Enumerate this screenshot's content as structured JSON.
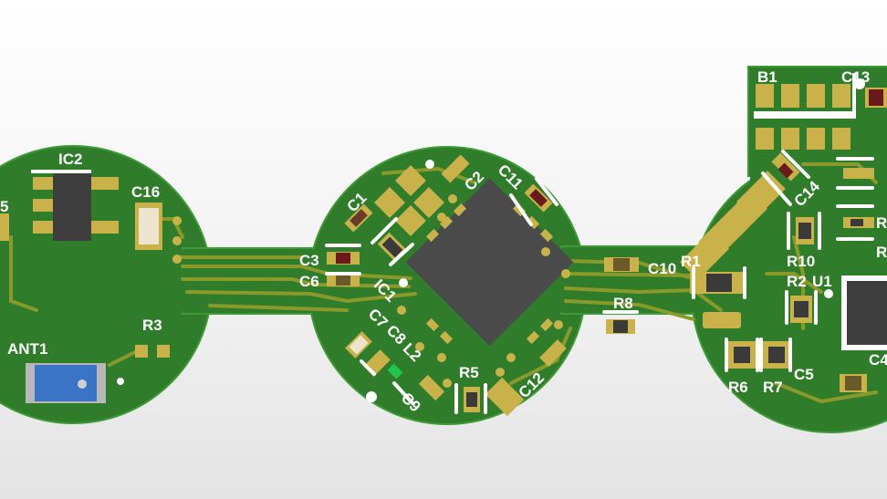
{
  "viewer": {
    "view_mode": "3D PCB view",
    "colors": {
      "background_top": "#ffffff",
      "background_bottom": "#e4e4e4",
      "solder_mask": "#2f7d2a",
      "copper_trace": "#8a9a2a",
      "pad_gold": "#c9b24a",
      "silkscreen": "#ffffff",
      "ic_body": "#4a4a4a"
    }
  },
  "components": {
    "ic2": "IC2",
    "c16": "C16",
    "r3": "R3",
    "ant1": "ANT1",
    "c1": "C1",
    "c2": "C2",
    "c11": "C11",
    "c3": "C3",
    "c6": "C6",
    "ic1": "IC1",
    "c7": "C7",
    "c8": "C8",
    "l2": "L2",
    "c9": "C9",
    "r5": "R5",
    "c12": "C12",
    "c10": "C10",
    "r1": "R1",
    "r8": "R8",
    "b1": "B1",
    "c13": "C13",
    "c14": "C14",
    "r10": "R10",
    "r2": "R2",
    "u1": "U1",
    "r6": "R6",
    "r7": "R7",
    "c5": "C5",
    "c4": "C4",
    "partial_left": "5",
    "partial_right_1": "R",
    "partial_right_2": "R"
  }
}
